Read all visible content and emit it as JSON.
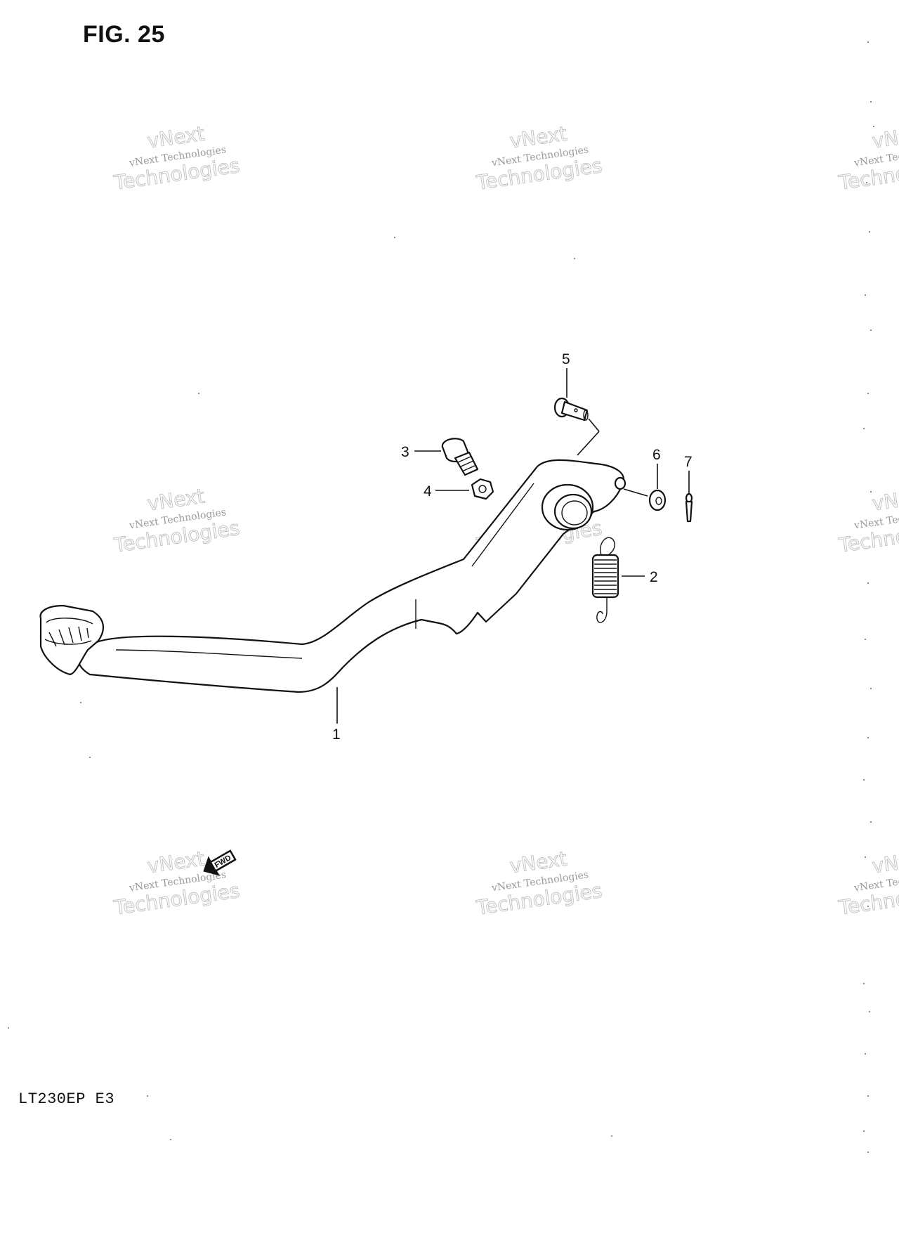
{
  "figure": {
    "title": "FIG. 25",
    "model_code": "LT230EP  E3"
  },
  "callouts": [
    {
      "id": "1",
      "label": "1"
    },
    {
      "id": "2",
      "label": "2"
    },
    {
      "id": "3",
      "label": "3"
    },
    {
      "id": "4",
      "label": "4"
    },
    {
      "id": "5",
      "label": "5"
    },
    {
      "id": "6",
      "label": "6"
    },
    {
      "id": "7",
      "label": "7"
    }
  ],
  "direction_marker": {
    "label": "FWD"
  },
  "watermark": {
    "line_small": "vNext Technologies",
    "line_top": "vNext",
    "line_large": "Technologies"
  },
  "colors": {
    "ink": "#111111",
    "watermark": "#9a9a9a",
    "background": "#ffffff"
  }
}
